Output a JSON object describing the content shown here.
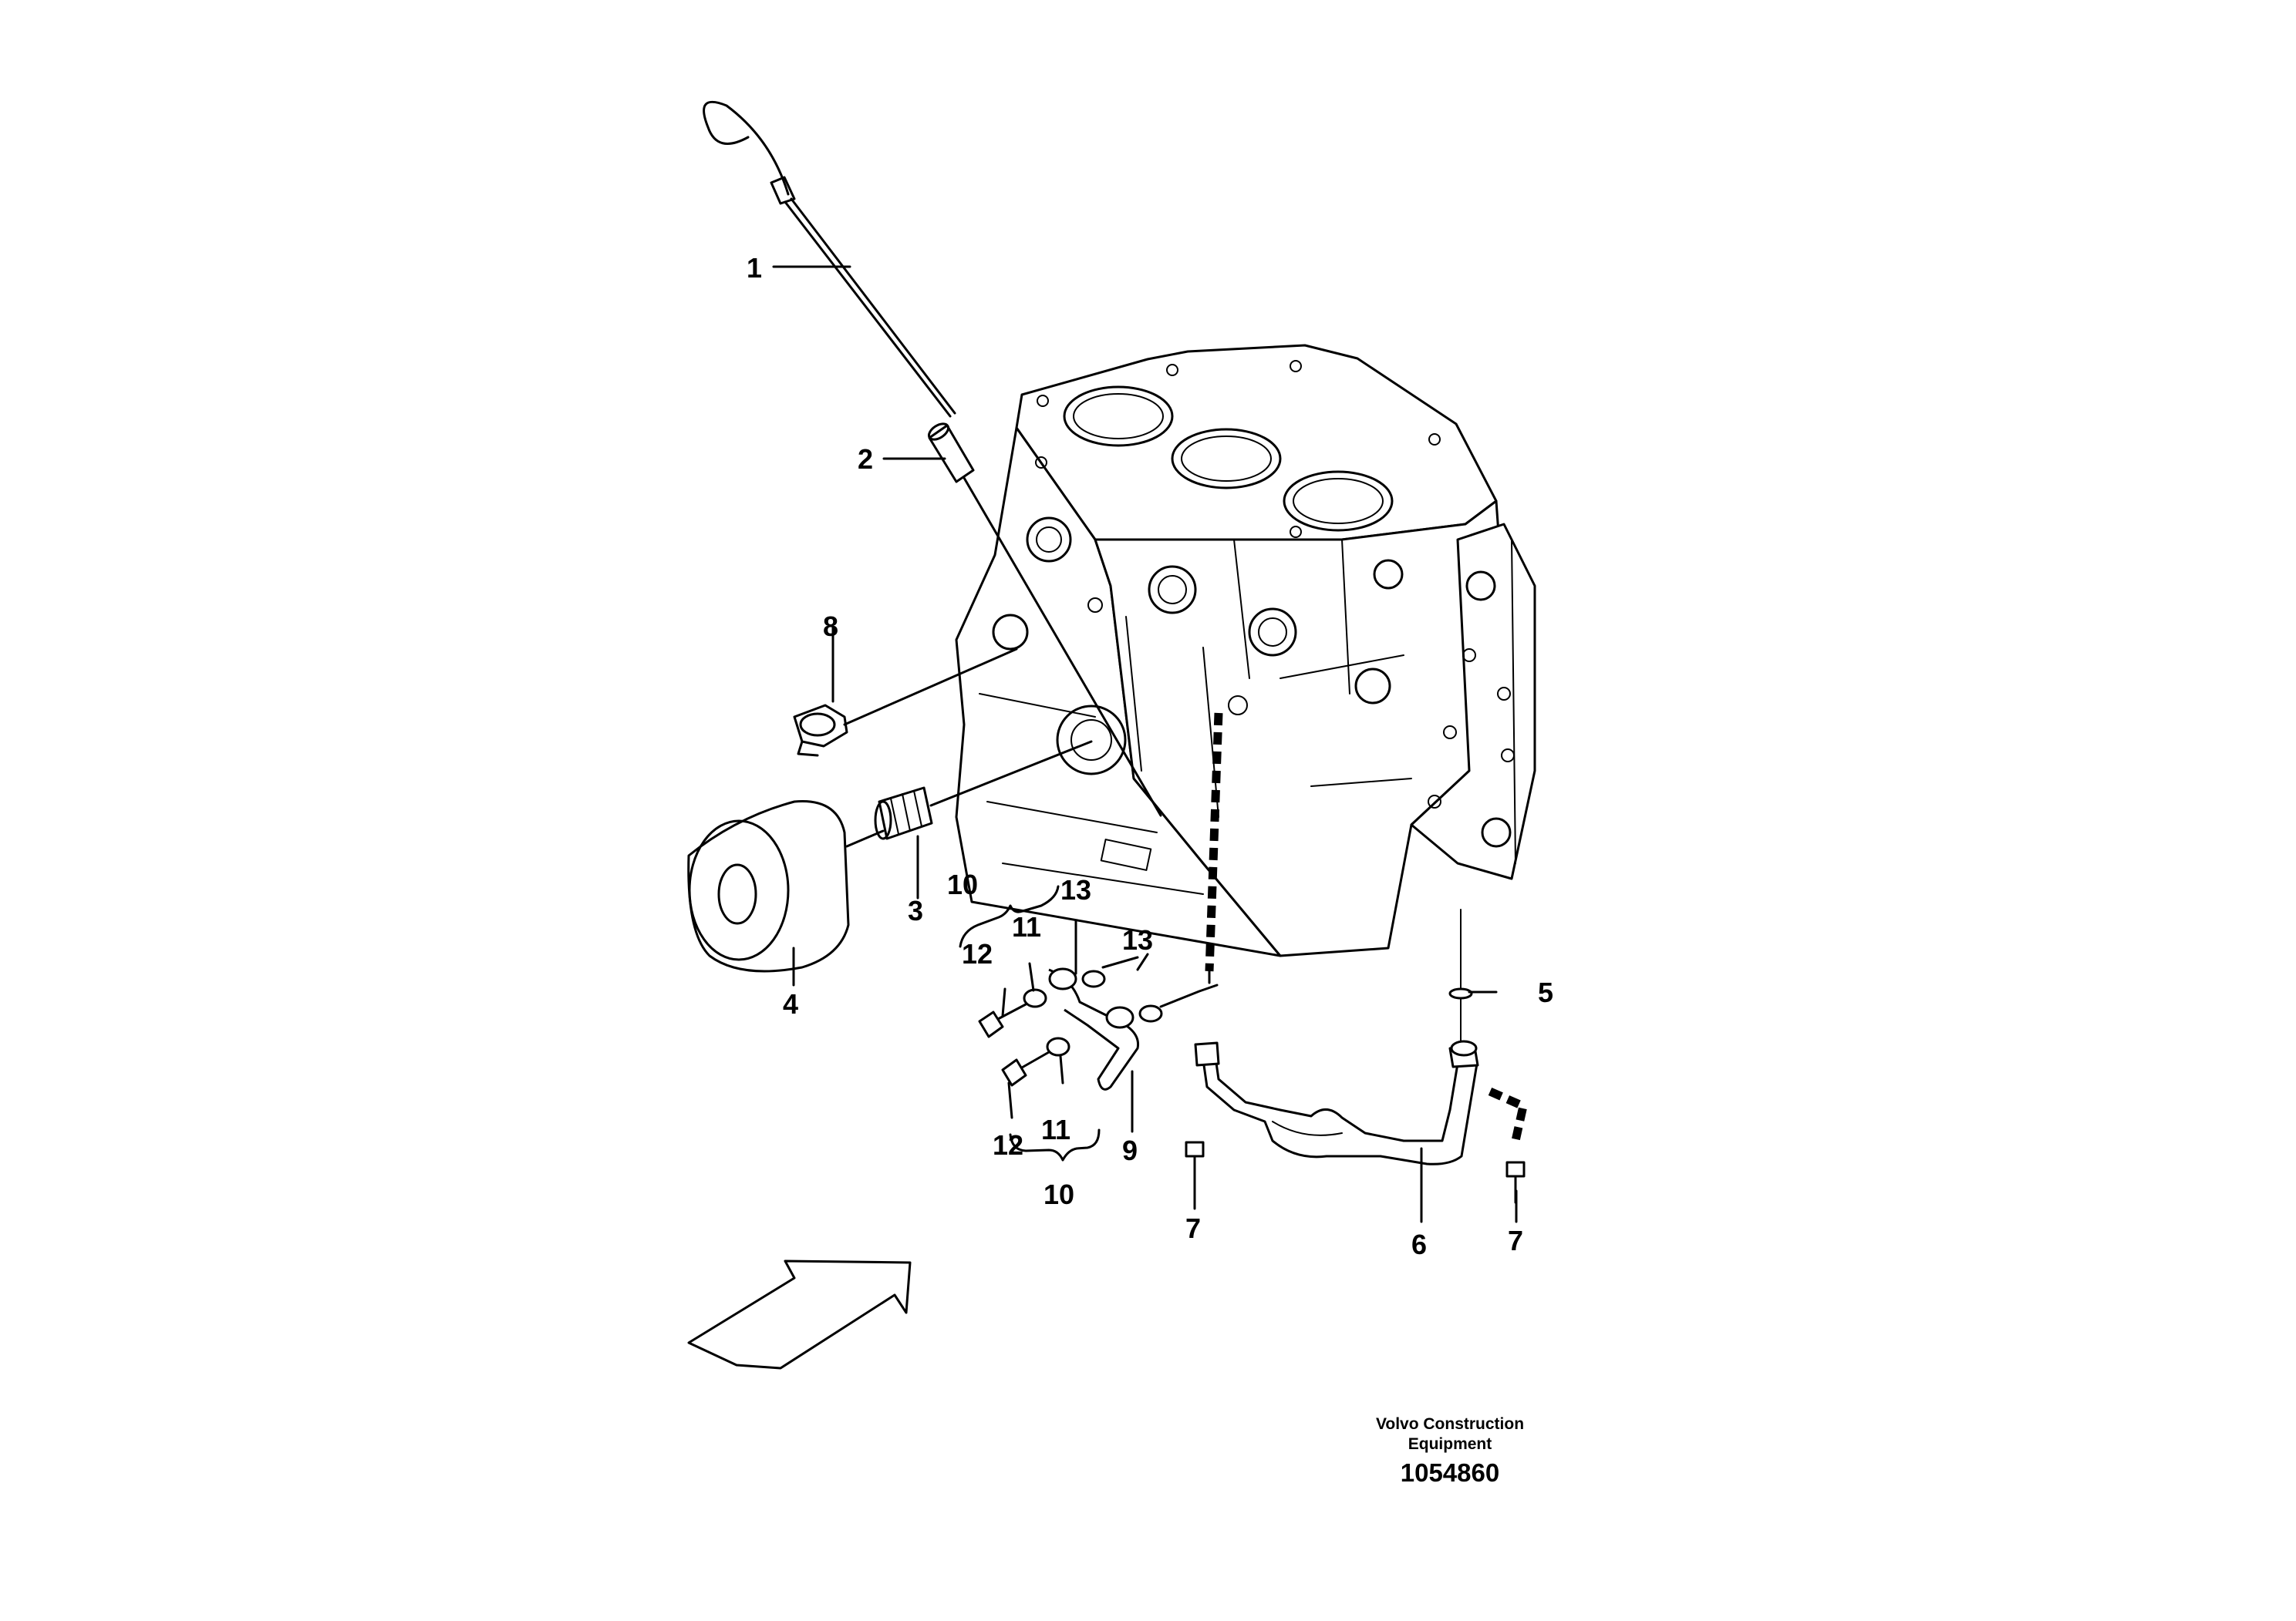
{
  "callouts": {
    "c1": "1",
    "c2": "2",
    "c3": "3",
    "c4": "4",
    "c5": "5",
    "c6": "6",
    "c7a": "7",
    "c7b": "7",
    "c8": "8",
    "c9": "9",
    "c10a": "10",
    "c10b": "10",
    "c11a": "11",
    "c11b": "11",
    "c12a": "12",
    "c12b": "12",
    "c13a": "13",
    "c13b": "13"
  },
  "caption": {
    "line1": "Volvo Construction",
    "line2": "Equipment",
    "number": "1054860"
  }
}
